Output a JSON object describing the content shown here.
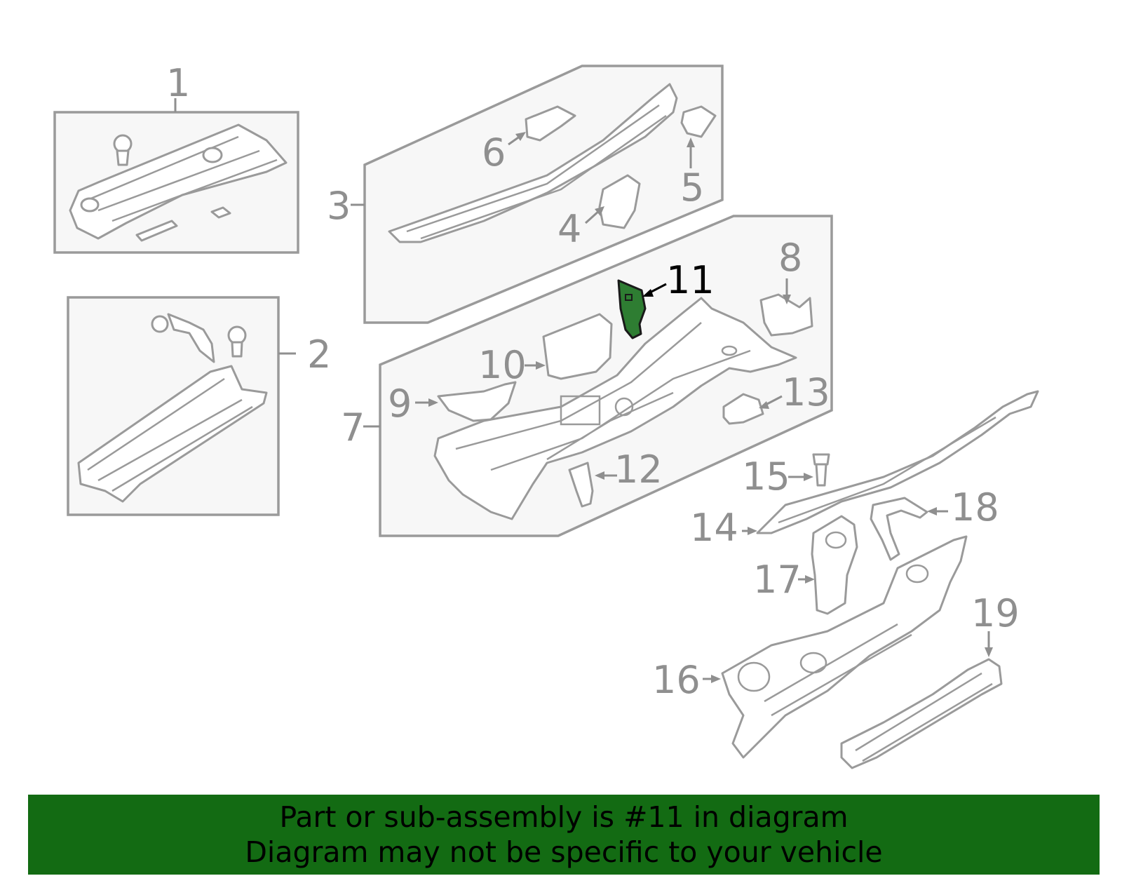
{
  "callouts": {
    "c1": "1",
    "c2": "2",
    "c3": "3",
    "c4": "4",
    "c5": "5",
    "c6": "6",
    "c7": "7",
    "c8": "8",
    "c9": "9",
    "c10": "10",
    "c11": "11",
    "c12": "12",
    "c13": "13",
    "c14": "14",
    "c15": "15",
    "c16": "16",
    "c17": "17",
    "c18": "18",
    "c19": "19"
  },
  "highlighted_part": "11",
  "colors": {
    "line_gray": "#9a9a9a",
    "highlight_fill": "#2e7d32",
    "banner_background": "#136b13",
    "banner_text": "#000000"
  },
  "banner": {
    "line1": "Part or sub-assembly is #11 in diagram",
    "line2": "Diagram may not be specific to your vehicle"
  }
}
